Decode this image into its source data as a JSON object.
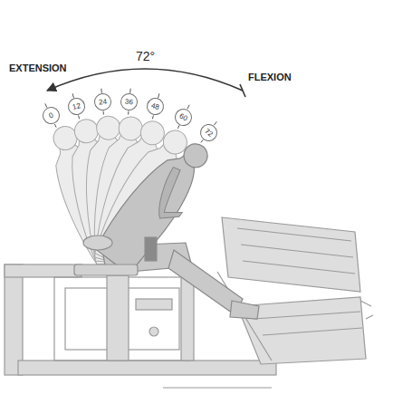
{
  "diagram": {
    "nodes": [
      {
        "text": [
          "0"
        ]
      },
      {
        "text": [
          "12"
        ]
      },
      {
        "text": [
          "24"
        ]
      },
      {
        "text": [
          "36"
        ]
      },
      {
        "text": [
          "48"
        ]
      },
      {
        "text": [
          "60"
        ]
      },
      {
        "text": [
          "72"
        ]
      }
    ],
    "labels": [
      "EXTENSION",
      "72°",
      "FLEXION"
    ]
  }
}
